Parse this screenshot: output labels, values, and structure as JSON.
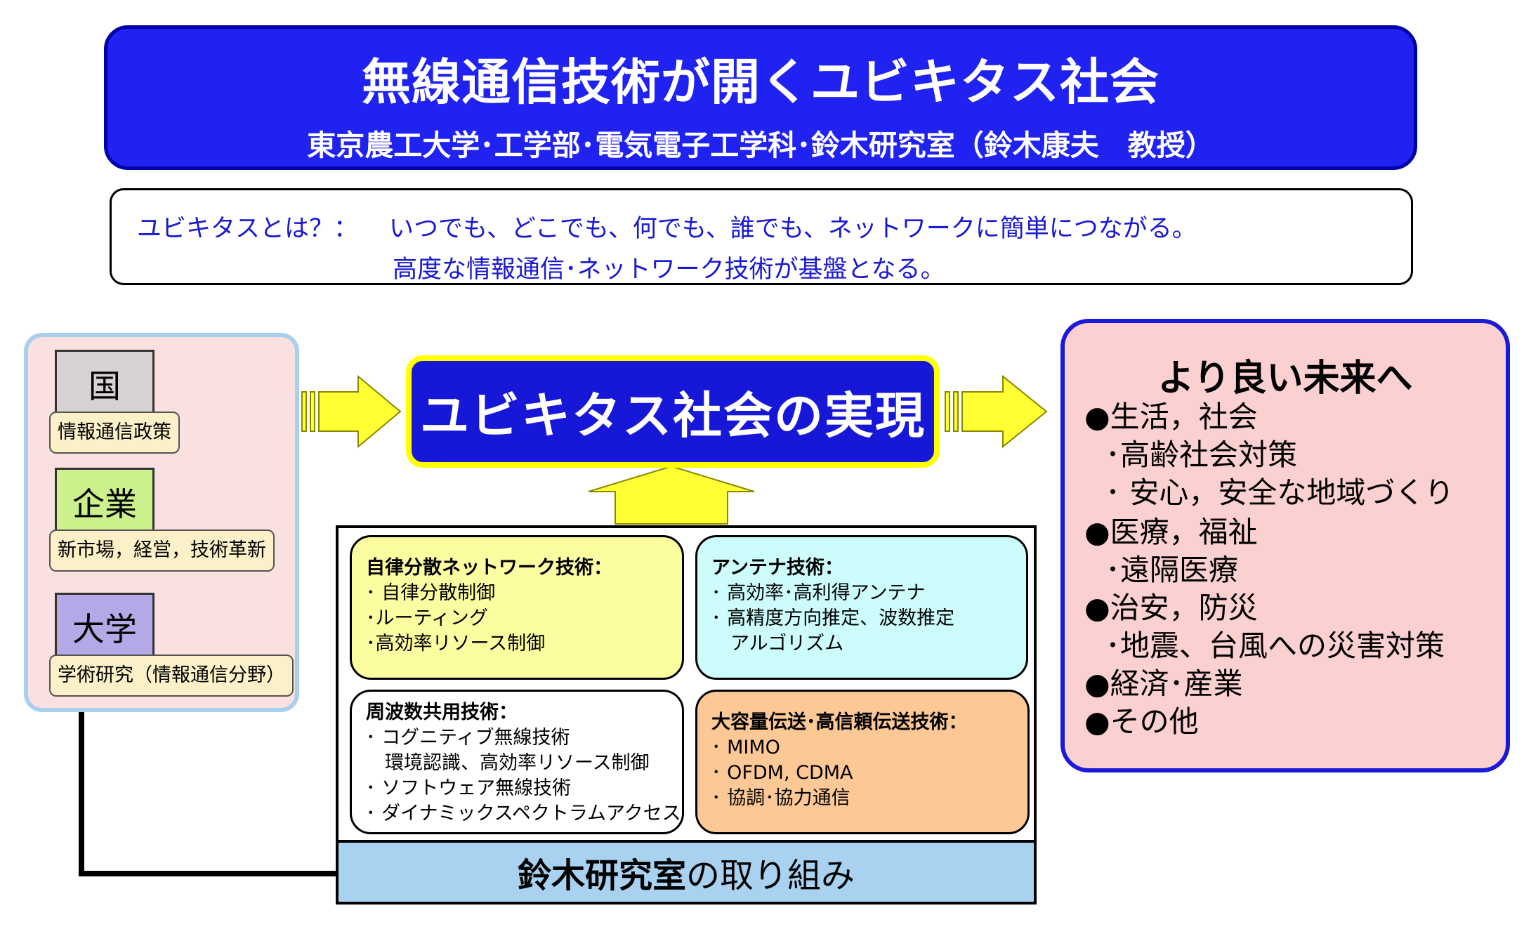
{
  "header": {
    "title": "無線通信技術が開くユビキタス社会",
    "subtitle": "東京農工大学･工学部･電気電子工学科･鈴木研究室（鈴木康夫　教授）"
  },
  "definition": {
    "label": "ユビキタスとは？：",
    "line1": "いつでも、どこでも、何でも、誰でも、ネットワークに簡単につながる。",
    "line2": "高度な情報通信･ネットワーク技術が基盤となる。"
  },
  "actors": [
    {
      "name": "国",
      "role": "情報通信政策",
      "color": "#d9d2d2"
    },
    {
      "name": "企業",
      "role": "新市場，経営，技術革新",
      "color": "#ccf08c"
    },
    {
      "name": "大学",
      "role": "学術研究（情報通信分野）",
      "color": "#b4a8e6"
    }
  ],
  "goal": "ユビキタス社会の実現",
  "future": {
    "title": "より良い未来へ",
    "items": [
      {
        "text": "生活，社会",
        "bullet": true
      },
      {
        "text": "･高齢社会対策",
        "bullet": false
      },
      {
        "text": "･ 安心，安全な地域づくり",
        "bullet": false
      },
      {
        "text": "医療，福祉",
        "bullet": true
      },
      {
        "text": "･遠隔医療",
        "bullet": false
      },
      {
        "text": "治安，防災",
        "bullet": true
      },
      {
        "text": "･地震、台風への災害対策",
        "bullet": false
      },
      {
        "text": "経済･産業",
        "bullet": true
      },
      {
        "text": "その他",
        "bullet": true
      }
    ]
  },
  "lab": {
    "footer_bold": "鈴木研究室",
    "footer_rest": "の取り組み",
    "techs": [
      {
        "title": "自律分散ネットワーク技術：",
        "lines": [
          "･ 自律分散制御",
          "･ルーティング",
          "･高効率リソース制御"
        ],
        "color": "#fcfca0"
      },
      {
        "title": "アンテナ技術：",
        "lines": [
          "･ 高効率･高利得アンテナ",
          "･ 高精度方向推定、波数推定",
          "　アルゴリズム"
        ],
        "color": "#ccfcfc"
      },
      {
        "title": "周波数共用技術：",
        "lines": [
          "･ コグニティブ無線技術",
          "　環境認識、高効率リソース制御",
          "･ ソフトウェア無線技術",
          "･ ダイナミックスペクトラムアクセス"
        ],
        "color": "#ffffff"
      },
      {
        "title": "大容量伝送･高信頼伝送技術：",
        "lines": [
          "･ MIMO",
          "･ OFDM, CDMA",
          "･ 協調･協力通信"
        ],
        "color": "#fcc896"
      }
    ]
  },
  "colors": {
    "header_bg": "#1f22f0",
    "arrow": "#ffff33",
    "goal_bg": "#1717d8",
    "future_bg": "#fbd0d0"
  }
}
